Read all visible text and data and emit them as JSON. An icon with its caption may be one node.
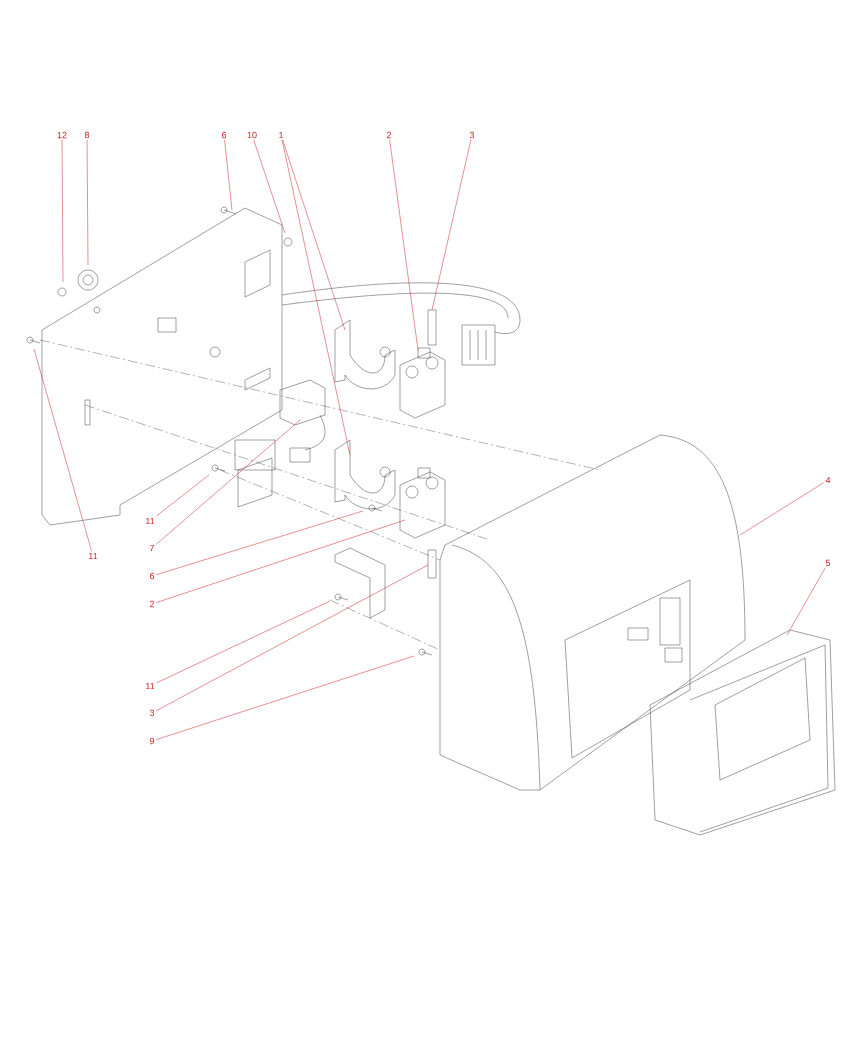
{
  "diagram": {
    "nodes": [
      {
        "text": [
          "12"
        ]
      },
      {
        "text": [
          "8"
        ]
      },
      {
        "text": [
          "6"
        ]
      },
      {
        "text": [
          "10"
        ]
      },
      {
        "text": [
          "1"
        ]
      },
      {
        "text": [
          "2"
        ]
      },
      {
        "text": [
          "3"
        ]
      },
      {
        "text": [
          "4"
        ]
      },
      {
        "text": [
          "11"
        ]
      },
      {
        "text": [
          "7"
        ]
      },
      {
        "text": [
          "11"
        ]
      },
      {
        "text": [
          "5"
        ]
      },
      {
        "text": [
          "6"
        ]
      },
      {
        "text": [
          "2"
        ]
      },
      {
        "text": [
          "11"
        ]
      },
      {
        "text": [
          "3"
        ]
      },
      {
        "text": [
          "9"
        ]
      }
    ],
    "edges": [
      {
        "from": 0,
        "to": null,
        "arrow": "none"
      },
      {
        "from": 1,
        "to": null,
        "arrow": "none"
      },
      {
        "from": 2,
        "to": null,
        "arrow": "none"
      },
      {
        "from": 3,
        "to": null,
        "arrow": "none"
      },
      {
        "from": 4,
        "to": null,
        "arrow": "none"
      },
      {
        "from": 4,
        "to": null,
        "arrow": "none"
      },
      {
        "from": 5,
        "to": null,
        "arrow": "none"
      },
      {
        "from": 6,
        "to": null,
        "arrow": "none"
      },
      {
        "from": 7,
        "to": null,
        "arrow": "none"
      },
      {
        "from": 8,
        "to": null,
        "arrow": "none"
      },
      {
        "from": 9,
        "to": null,
        "arrow": "none"
      },
      {
        "from": 10,
        "to": null,
        "arrow": "none"
      },
      {
        "from": 11,
        "to": null,
        "arrow": "none"
      },
      {
        "from": 12,
        "to": null,
        "arrow": "none"
      },
      {
        "from": 13,
        "to": null,
        "arrow": "none"
      },
      {
        "from": 14,
        "to": null,
        "arrow": "none"
      },
      {
        "from": 15,
        "to": null,
        "arrow": "none"
      },
      {
        "from": 16,
        "to": null,
        "arrow": "none"
      }
    ]
  }
}
